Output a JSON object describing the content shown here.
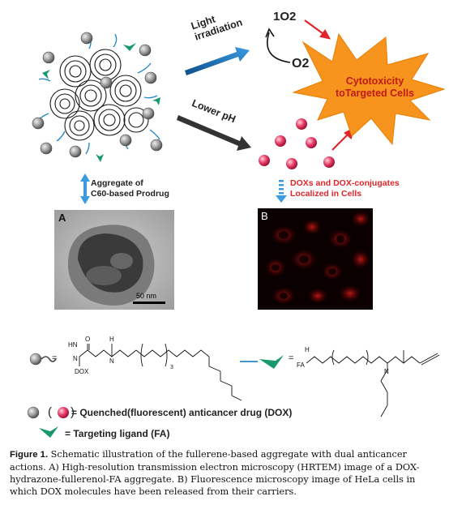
{
  "scheme": {
    "light_irradiation": "Light\nirradiation",
    "singlet_oxygen": "1O2",
    "oxygen": "O2",
    "cytotoxicity": "Cytotoxicity\ntoTargeted Cells",
    "lower_ph": "Lower pH",
    "aggregate_label": "Aggregate of\nC60-based Prodrug",
    "dox_label": "DOXs and DOX-conjugates\nLocalized  in Cells",
    "panel_a_letter": "A",
    "panel_b_letter": "B",
    "scale_bar": "50 nm"
  },
  "legend": {
    "equals1": "=",
    "equals2": "=",
    "quenched_drug": "= Quenched(fluorescent) anticancer drug (DOX)",
    "targeting_ligand": "= Targeting ligand (FA)",
    "chem_hn": "HN",
    "chem_n": "N",
    "chem_dox": "DOX",
    "chem_o": "O",
    "chem_h": "H",
    "chem_n2": "N",
    "chem_sub3": "3",
    "chem_fa": "FA",
    "chem_h2": "H",
    "chem_n3": "N"
  },
  "caption": {
    "figure_label": "Figure 1.",
    "text": " Schematic illustration of the fullerene-based aggregate with dual anticancer actions. A) High-resolution transmission electron microscopy (HRTEM) image of a DOX-hydrazone-fullerenol-FA aggregate. B) Fluorescence microscopy image of HeLa cells in which DOX molecules have been released from their carriers."
  },
  "colors": {
    "arrow_blue": "#1f6fb5",
    "arrow_dark": "#333333",
    "arrow_red": "#e0262b",
    "starburst": "#f7941d",
    "ligand_green": "#1a9a6a",
    "dox_pink": "#e0305a"
  }
}
